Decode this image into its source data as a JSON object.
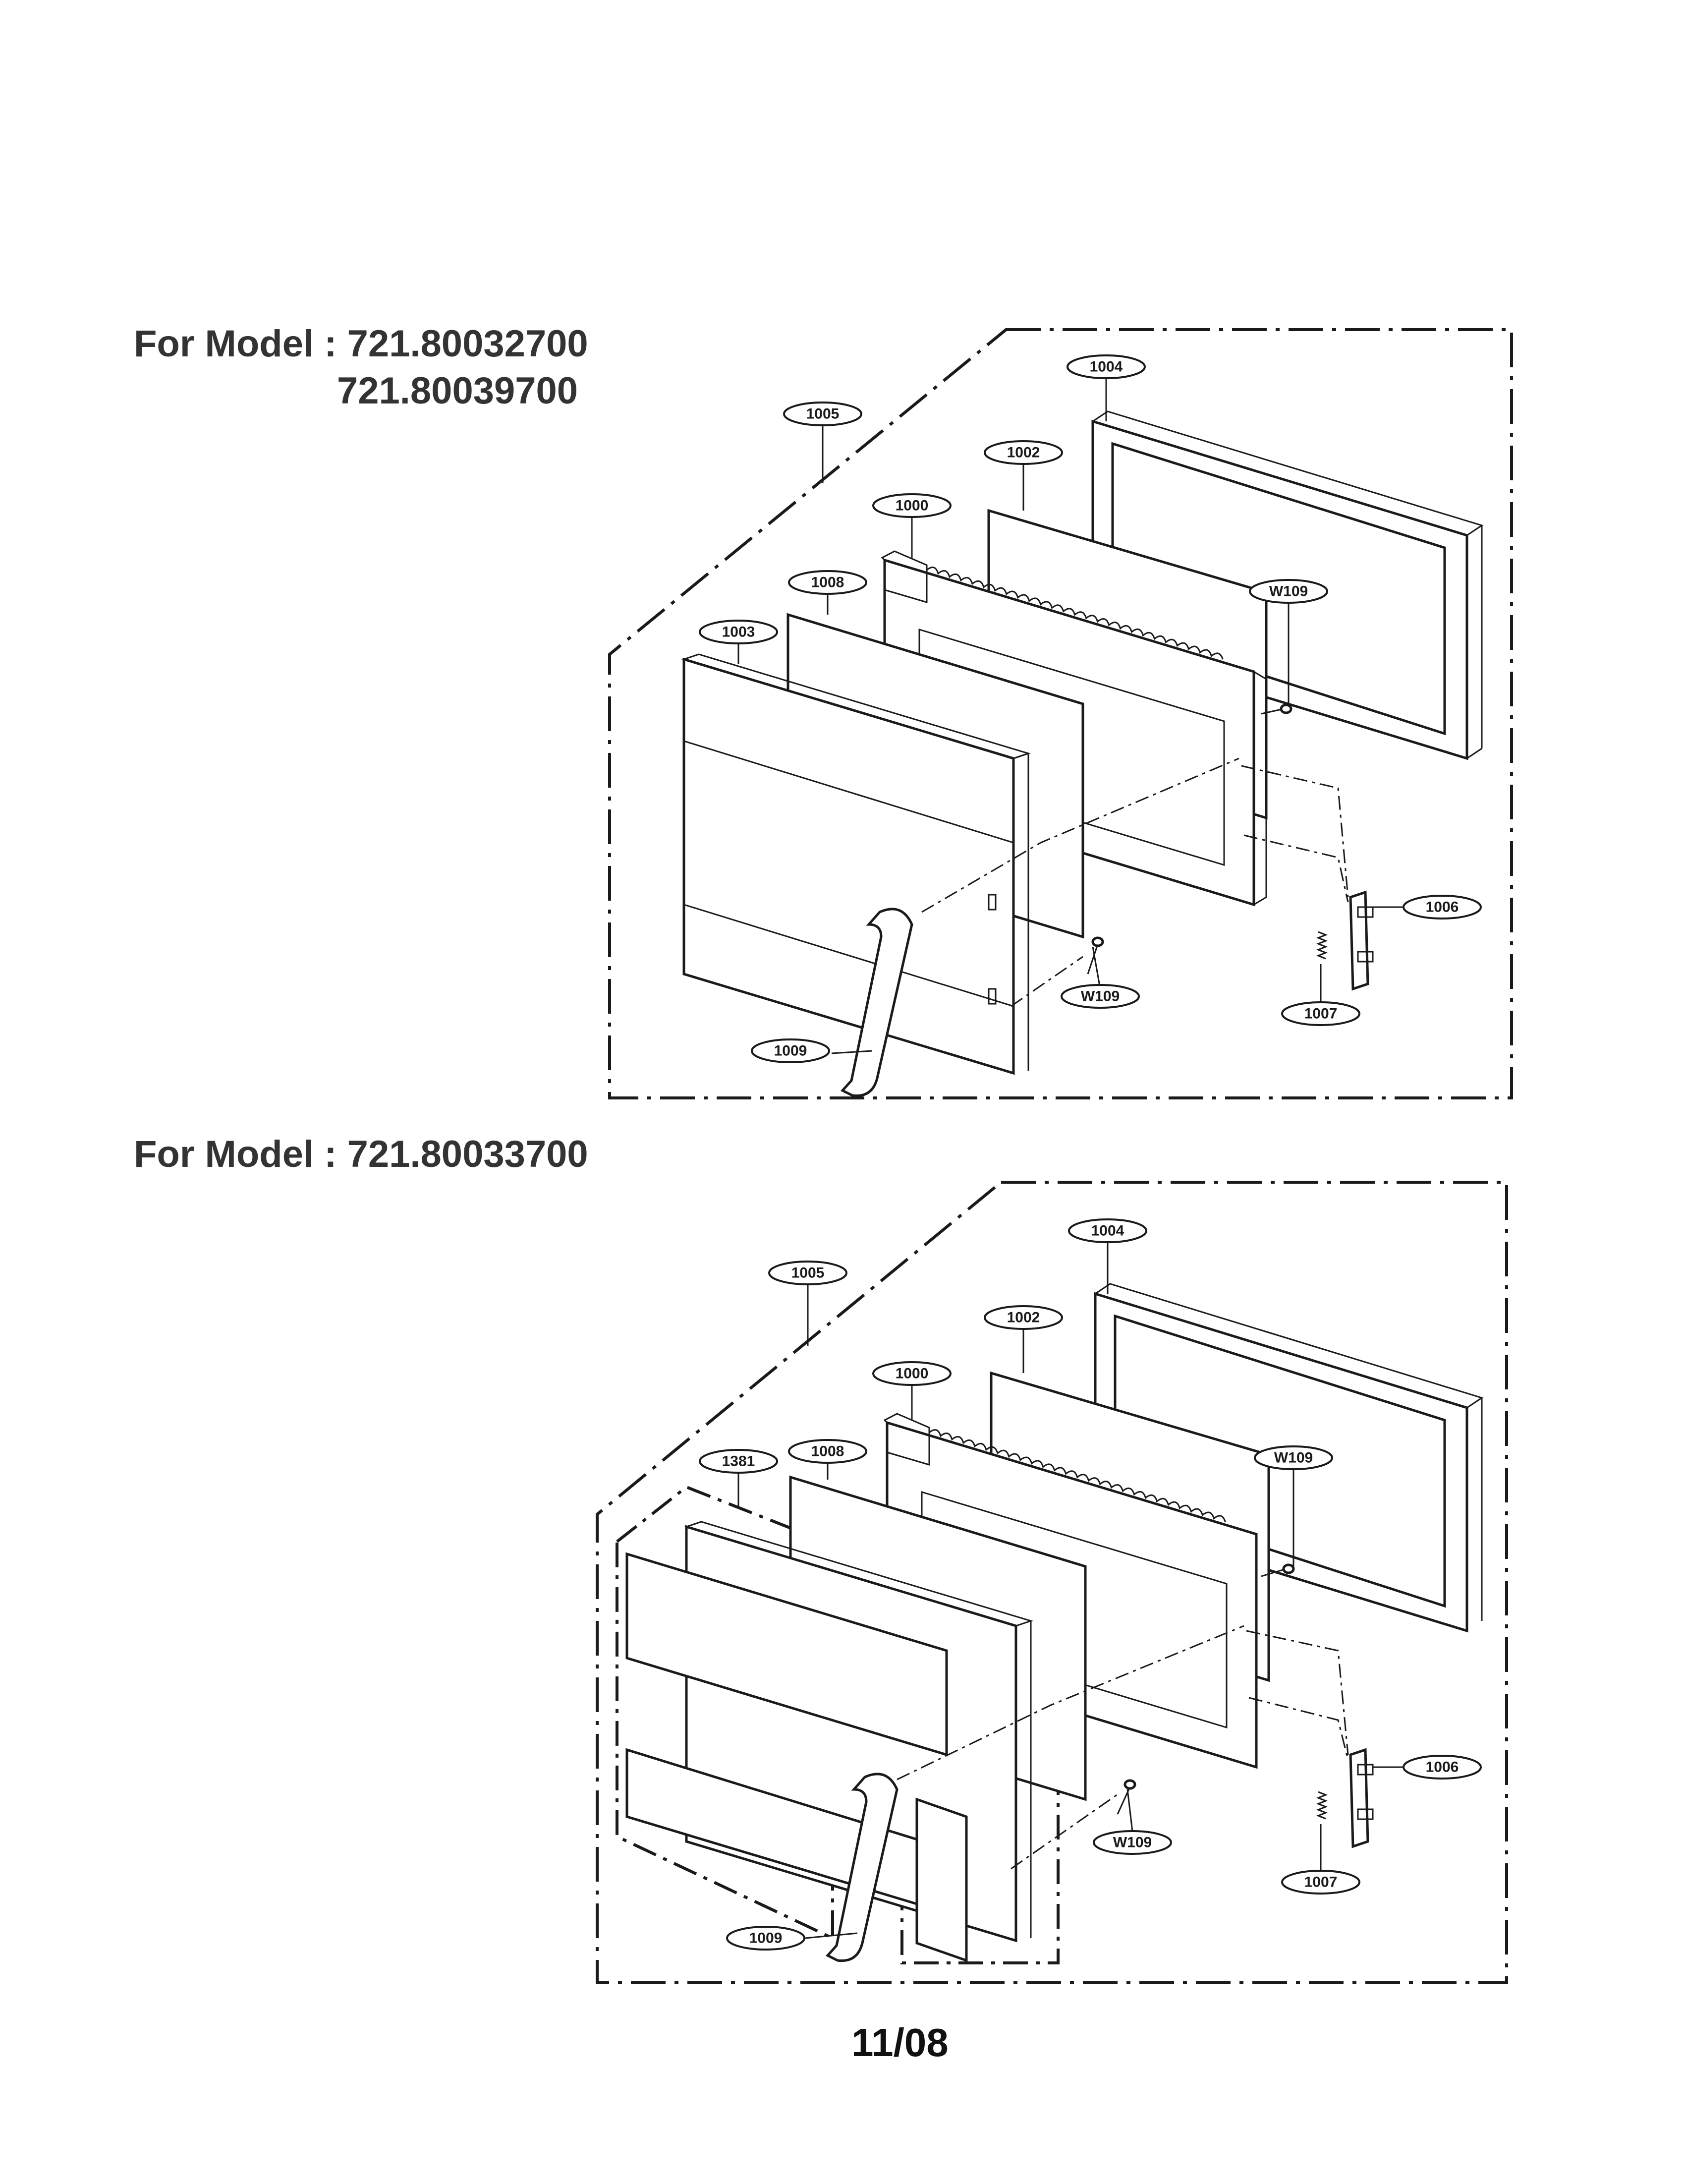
{
  "headings": {
    "top_line1": "For Model : 721.80032700",
    "top_line2": "721.80039700",
    "bottom": "For Model : 721.80033700"
  },
  "footer": "11/08",
  "top_diagram": {
    "callouts": {
      "c1004": "1004",
      "c1005": "1005",
      "c1002": "1002",
      "c1000": "1000",
      "c1008": "1008",
      "cW109a": "W109",
      "c1003": "1003",
      "c1006": "1006",
      "cW109b": "W109",
      "c1007": "1007",
      "c1009": "1009"
    }
  },
  "bottom_diagram": {
    "callouts": {
      "c1004": "1004",
      "c1005": "1005",
      "c1002": "1002",
      "c1000": "1000",
      "c1381": "1381",
      "c1008": "1008",
      "cW109a": "W109",
      "c1006": "1006",
      "cW109b": "W109",
      "c1007": "1007",
      "c1009": "1009"
    }
  }
}
